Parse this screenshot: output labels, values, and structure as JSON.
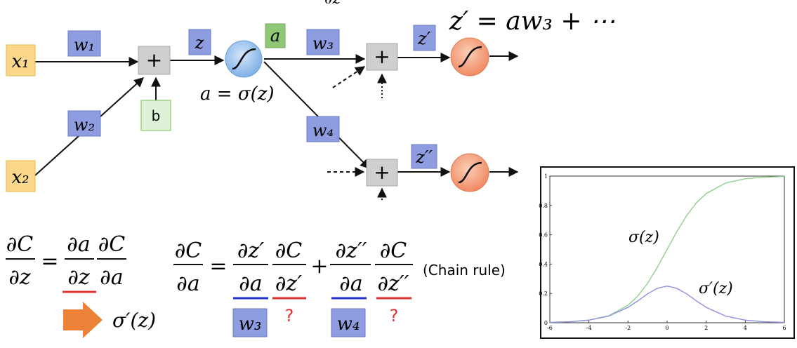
{
  "header_partial": "∂z",
  "formula_top": "z′ = aw₃ + ⋯",
  "nodes": {
    "x1": "x₁",
    "x2": "x₂",
    "w1": "w₁",
    "w2": "w₂",
    "w3": "w₃",
    "w4": "w₄",
    "z": "z",
    "a": "a",
    "b": "b",
    "zp": "z′",
    "zpp": "z′′",
    "plus": "+"
  },
  "activation_label": "a = σ(z)",
  "eq1": {
    "lhs_num": "∂C",
    "lhs_den": "∂z",
    "eq": "=",
    "f1_num": "∂a",
    "f1_den": "∂z",
    "f2_num": "∂C",
    "f2_den": "∂a",
    "result": "σ′(z)"
  },
  "eq2": {
    "lhs_num": "∂C",
    "lhs_den": "∂a",
    "eq": "=",
    "t1a_num": "∂z′",
    "t1a_den": "∂a",
    "t1b_num": "∂C",
    "t1b_den": "∂z′",
    "plus": "+",
    "t2a_num": "∂z′′",
    "t2a_den": "∂a",
    "t2b_num": "∂C",
    "t2b_den": "∂z′′",
    "note": "(Chain rule)",
    "w3": "w₃",
    "w4": "w₄",
    "q": "?"
  },
  "chart_data": {
    "type": "line",
    "xlim": [
      -6,
      6
    ],
    "ylim": [
      0,
      1
    ],
    "xticks": [
      "-6",
      "-4",
      "-2",
      "0",
      "2",
      "4",
      "6"
    ],
    "yticks": [
      "0",
      "0.2",
      "0.4",
      "0.6",
      "0.8",
      "1"
    ],
    "series": [
      {
        "name": "σ(z)",
        "color": "#8fcf8f",
        "x": [
          -6,
          -5,
          -4,
          -3,
          -2,
          -1.5,
          -1,
          -0.5,
          0,
          0.5,
          1,
          1.5,
          2,
          3,
          4,
          5,
          6
        ],
        "y": [
          0.0025,
          0.0067,
          0.018,
          0.047,
          0.119,
          0.182,
          0.269,
          0.378,
          0.5,
          0.622,
          0.731,
          0.818,
          0.881,
          0.953,
          0.982,
          0.993,
          0.9975
        ]
      },
      {
        "name": "σ′(z)",
        "color": "#8f8fdf",
        "x": [
          -6,
          -5,
          -4,
          -3,
          -2,
          -1.5,
          -1,
          -0.5,
          0,
          0.5,
          1,
          1.5,
          2,
          3,
          4,
          5,
          6
        ],
        "y": [
          0.0025,
          0.0066,
          0.0177,
          0.0452,
          0.105,
          0.149,
          0.197,
          0.235,
          0.25,
          0.235,
          0.197,
          0.149,
          0.105,
          0.0452,
          0.0177,
          0.0066,
          0.0025
        ]
      }
    ]
  }
}
